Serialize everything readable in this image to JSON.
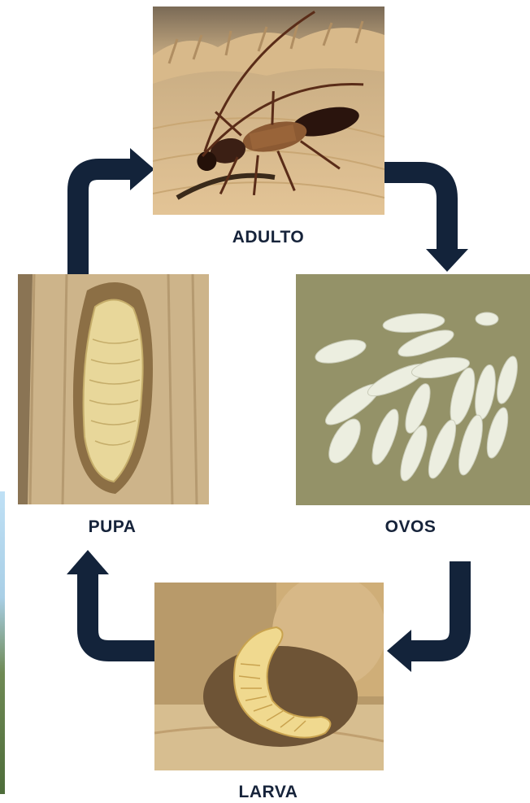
{
  "stages": {
    "adult": {
      "label": "ADULTO",
      "icon": "longhorn-beetle-adult"
    },
    "eggs": {
      "label": "OVOS",
      "icon": "egg-cluster"
    },
    "larva": {
      "label": "LARVA",
      "icon": "larva-in-wood"
    },
    "pupa": {
      "label": "PUPA",
      "icon": "pupa-in-wood-chamber"
    }
  },
  "colors": {
    "arrow": "#13233a",
    "label": "#16233a"
  }
}
